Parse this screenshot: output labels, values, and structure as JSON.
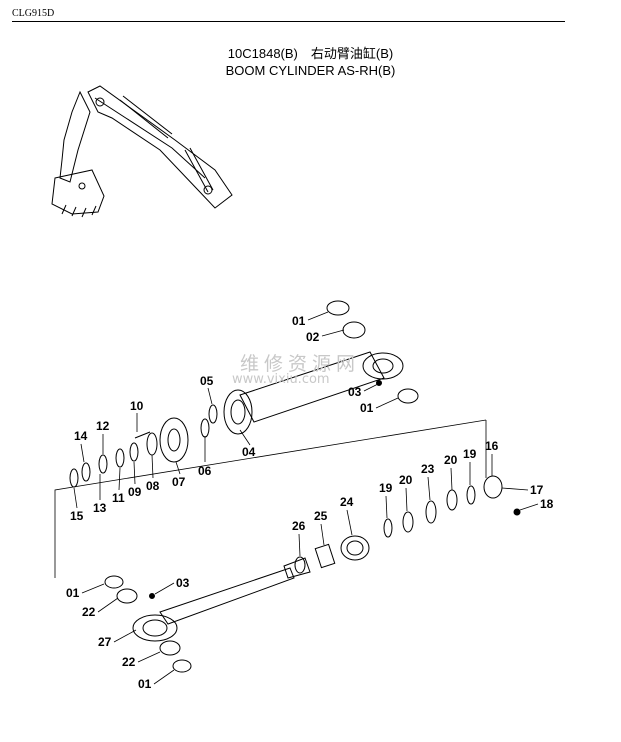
{
  "header": {
    "model": "CLG915D"
  },
  "title": {
    "line1": "10C1848(B)　右动臂油缸(B)",
    "line2": "BOOM CYLINDER AS-RH(B)"
  },
  "watermark": {
    "line1": "维修资源网",
    "line2": "www.vixiu.com"
  },
  "callouts": [
    "01",
    "02",
    "01",
    "03",
    "04",
    "05",
    "06",
    "07",
    "08",
    "09",
    "10",
    "11",
    "12",
    "13",
    "14",
    "15",
    "16",
    "17",
    "18",
    "19",
    "20",
    "23",
    "19",
    "20",
    "24",
    "25",
    "26",
    "01",
    "22",
    "03",
    "27",
    "22",
    "01"
  ]
}
